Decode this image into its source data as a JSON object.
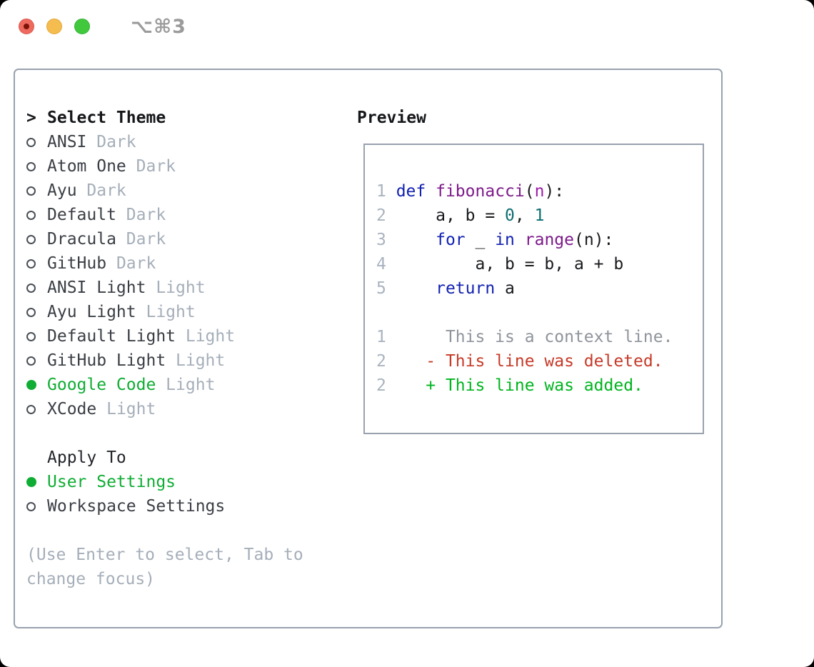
{
  "window": {
    "title": "⌥⌘3",
    "traffic_lights": [
      {
        "name": "close-button",
        "color": "#ee6a5e"
      },
      {
        "name": "minimize-button",
        "color": "#f5bd4f"
      },
      {
        "name": "zoom-button",
        "color": "#42c83c"
      }
    ]
  },
  "colors": {
    "accent_green": "#0fad33",
    "panel_border": "#98a2ad",
    "muted_gray": "#a5aeb9",
    "syntax": {
      "kw": "#1322b2",
      "fn": "#7d1a8a",
      "prm": "#9b1fa8",
      "lit": "#0d6e72",
      "pln": "#17191c",
      "ln": "#a9b3bf",
      "ctx": "#8f949b",
      "del": "#c63a28",
      "add": "#00b41e"
    }
  },
  "theme_list": {
    "prompt": ">",
    "title": "Select Theme",
    "items": [
      {
        "name": "ANSI",
        "variant": "Dark",
        "selected": false
      },
      {
        "name": "Atom One",
        "variant": "Dark",
        "selected": false
      },
      {
        "name": "Ayu",
        "variant": "Dark",
        "selected": false
      },
      {
        "name": "Default",
        "variant": "Dark",
        "selected": false
      },
      {
        "name": "Dracula",
        "variant": "Dark",
        "selected": false
      },
      {
        "name": "GitHub",
        "variant": "Dark",
        "selected": false
      },
      {
        "name": "ANSI Light",
        "variant": "Light",
        "selected": false
      },
      {
        "name": "Ayu Light",
        "variant": "Light",
        "selected": false
      },
      {
        "name": "Default Light",
        "variant": "Light",
        "selected": false
      },
      {
        "name": "GitHub Light",
        "variant": "Light",
        "selected": false
      },
      {
        "name": "Google Code",
        "variant": "Light",
        "selected": true
      },
      {
        "name": "XCode",
        "variant": "Light",
        "selected": false
      }
    ]
  },
  "apply_to": {
    "title": "Apply To",
    "options": [
      {
        "name": "User Settings",
        "selected": true
      },
      {
        "name": "Workspace Settings",
        "selected": false
      }
    ]
  },
  "help_text": [
    "(Use Enter to select, Tab to",
    "change focus)"
  ],
  "preview": {
    "title": "Preview",
    "code_lines": [
      {
        "num": "1",
        "tokens": [
          [
            "kw",
            "def"
          ],
          [
            "pln",
            " "
          ],
          [
            "fn",
            "fibonacci"
          ],
          [
            "pln",
            "("
          ],
          [
            "prm",
            "n"
          ],
          [
            "pln",
            "):"
          ]
        ]
      },
      {
        "num": "2",
        "tokens": [
          [
            "pln",
            "    a, b = "
          ],
          [
            "lit",
            "0"
          ],
          [
            "pln",
            ", "
          ],
          [
            "lit",
            "1"
          ]
        ]
      },
      {
        "num": "3",
        "tokens": [
          [
            "pln",
            "    "
          ],
          [
            "kw",
            "for"
          ],
          [
            "pln",
            " _ "
          ],
          [
            "kw",
            "in"
          ],
          [
            "pln",
            " "
          ],
          [
            "fn",
            "range"
          ],
          [
            "pln",
            "(n):"
          ]
        ]
      },
      {
        "num": "4",
        "tokens": [
          [
            "pln",
            "        a, b = b, a + b"
          ]
        ]
      },
      {
        "num": "5",
        "tokens": [
          [
            "pln",
            "    "
          ],
          [
            "kw",
            "return"
          ],
          [
            "pln",
            " a"
          ]
        ]
      },
      {
        "num": "",
        "tokens": []
      },
      {
        "num": "1",
        "tokens": [
          [
            "ctx",
            "     This is a context line."
          ]
        ]
      },
      {
        "num": "2",
        "tokens": [
          [
            "del",
            "   - This line was deleted."
          ]
        ]
      },
      {
        "num": "2",
        "tokens": [
          [
            "add",
            "   + This line was added."
          ]
        ]
      }
    ]
  }
}
